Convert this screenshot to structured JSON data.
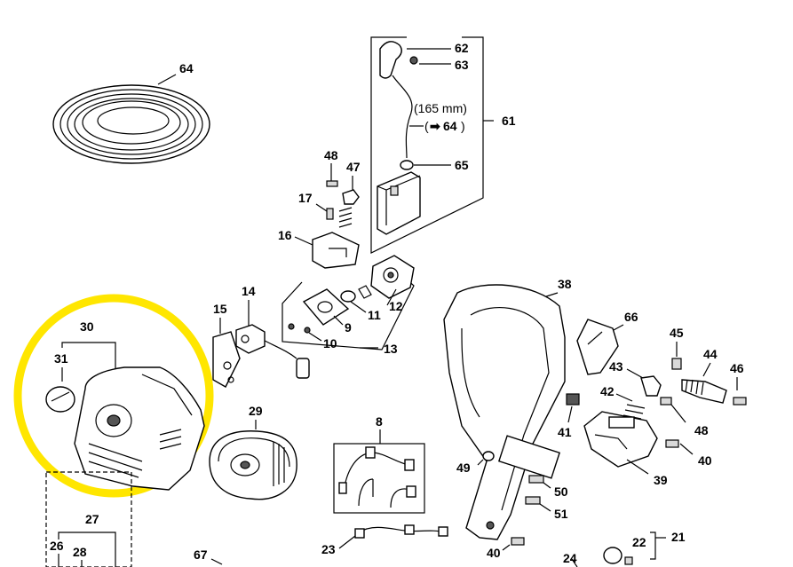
{
  "labels": {
    "p64_top": "64",
    "p62": "62",
    "p63": "63",
    "p61": "61",
    "p65": "65",
    "p48_top": "48",
    "p47": "47",
    "p17": "17",
    "p16": "16",
    "p14": "14",
    "p15": "15",
    "p9": "9",
    "p10": "10",
    "p11": "11",
    "p12": "12",
    "p13": "13",
    "p38": "38",
    "p66": "66",
    "p45": "45",
    "p44": "44",
    "p46": "46",
    "p43": "43",
    "p42": "42",
    "p41": "41",
    "p48_right": "48",
    "p40_right": "40",
    "p39": "39",
    "p30": "30",
    "p31": "31",
    "p29": "29",
    "p8": "8",
    "p49": "49",
    "p50": "50",
    "p51": "51",
    "p23": "23",
    "p40_bottom": "40",
    "p27": "27",
    "p26": "26",
    "p28": "28",
    "p67": "67",
    "p24": "24",
    "p22": "22",
    "p21": "21"
  },
  "notes": {
    "hose_length": "(165 mm)",
    "hose_ref": "64"
  },
  "colors": {
    "highlight": "#ffe600",
    "ink": "#000000"
  }
}
